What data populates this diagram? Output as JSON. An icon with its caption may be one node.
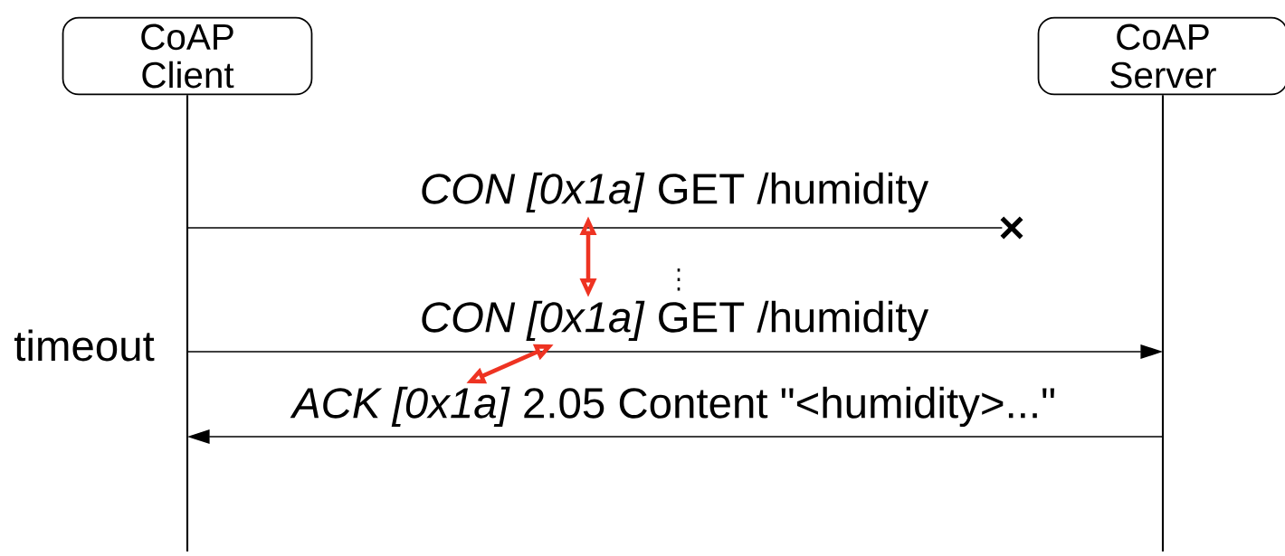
{
  "diagram": {
    "nodes": [
      {
        "text": [
          "CoAP Client"
        ]
      },
      {
        "text": [
          "CoAP Server"
        ]
      },
      {
        "text": [
          "*CON [0x1a]*  GET /humidity"
        ]
      },
      {
        "text": [
          "*CON [0x1a]*  GET /humidity"
        ]
      },
      {
        "text": [
          "*ACK [0x1a]*  2.05 Content \"<humidity>...\""
        ]
      },
      {
        "text": [],
        "shape": "cross"
      }
    ],
    "edges": [
      {
        "from": 0,
        "to": 5,
        "arrow": "none"
      },
      {
        "from": 0,
        "to": 1,
        "arrow": "to"
      },
      {
        "from": 1,
        "to": 0,
        "arrow": "to"
      },
      {
        "from": 2,
        "to": 3,
        "arrow": "both",
        "style": "thick",
        "color": "#ee3322"
      },
      {
        "from": 3,
        "to": 4,
        "arrow": "both",
        "style": "thick",
        "color": "#ee3322"
      }
    ],
    "labels": [
      "timeout"
    ]
  }
}
